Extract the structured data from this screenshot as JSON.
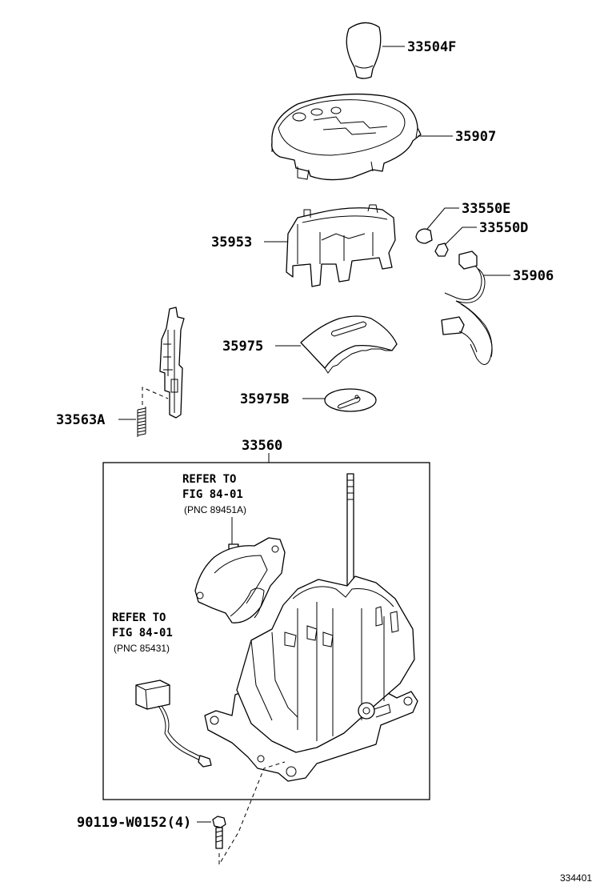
{
  "labels": {
    "knob": "33504F",
    "indicator_housing": "35907",
    "position_indicator_frame": "35953",
    "bulb_e": "33550E",
    "bulb_d": "33550D",
    "wire_harness": "35906",
    "slide_cover": "35975",
    "slide_cover_b": "35975B",
    "lock_spring": "33563A",
    "shift_lever_assy": "33560",
    "bolt": "90119-W0152(4)",
    "figure_code": "334401"
  },
  "refer_note_1": {
    "line1": "REFER TO",
    "line2": "FIG 84-01",
    "line3": "(PNC 89451A)"
  },
  "refer_note_2": {
    "line1": "REFER TO",
    "line2": "FIG 84-01",
    "line3": "(PNC 85431)"
  }
}
